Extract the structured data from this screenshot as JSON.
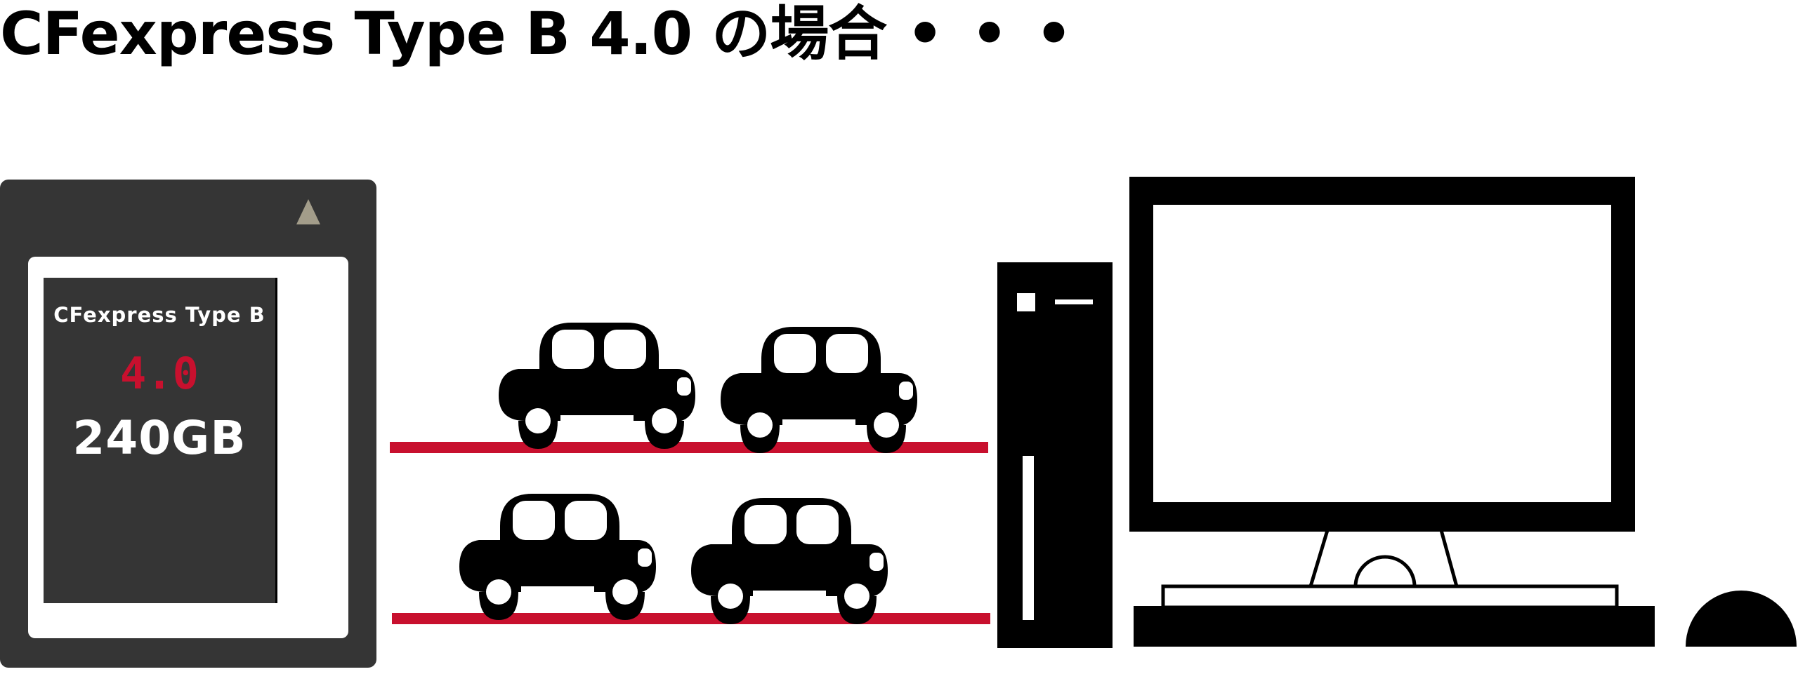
{
  "page": {
    "title": "CFexpress Type B 4.0 の場合",
    "title_dots": "•••"
  },
  "card": {
    "brand": "CFexpress Type B",
    "version": "4.0",
    "capacity": "240GB"
  },
  "colors": {
    "accent_red": "#c8102e",
    "card_body": "#353535",
    "notch": "#a39d8a",
    "black": "#000000"
  },
  "icons": [
    "car-icon",
    "tower-pc-icon",
    "monitor-icon",
    "mouse-icon"
  ]
}
